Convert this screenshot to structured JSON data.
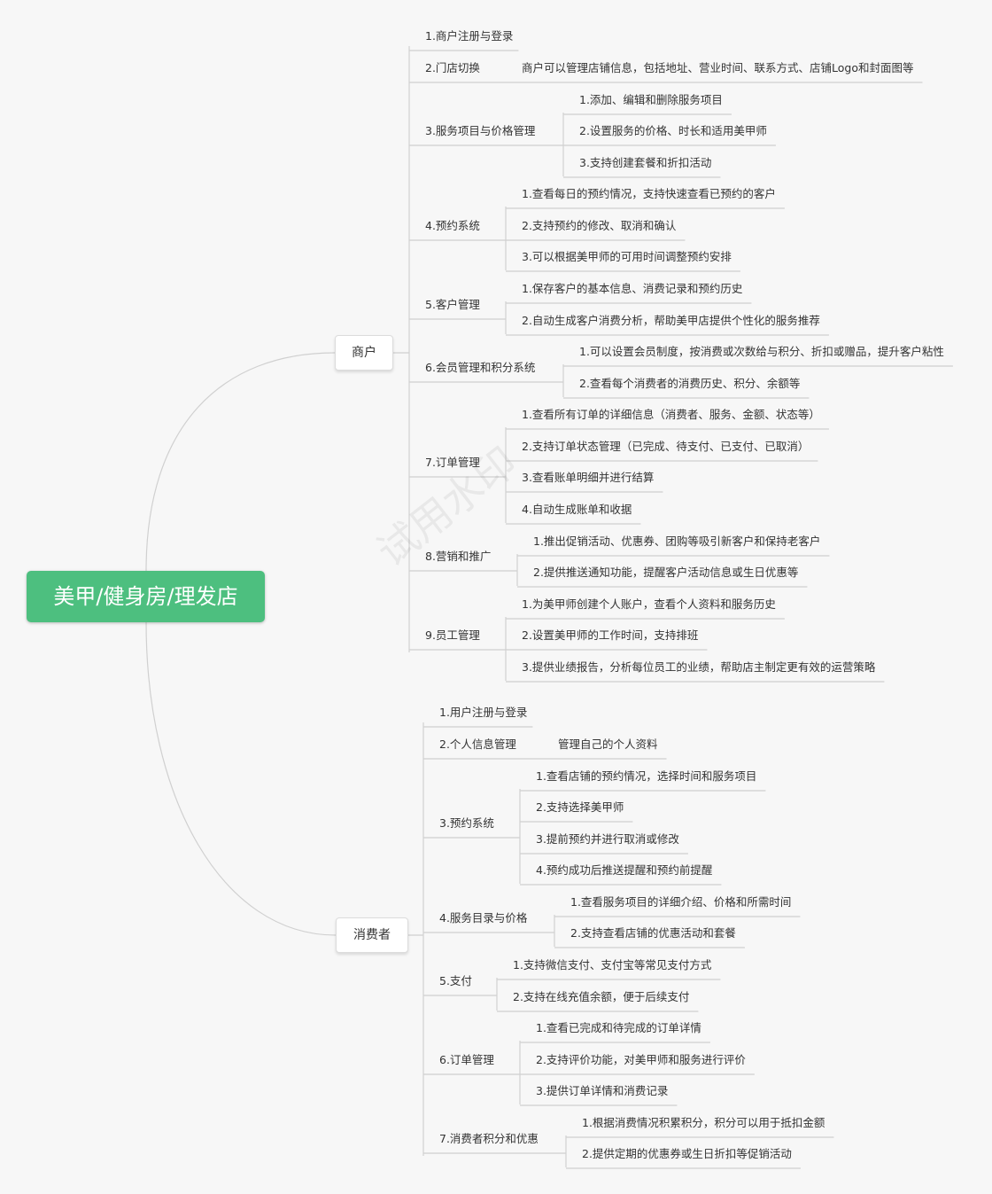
{
  "root": "美甲/健身房/理发店",
  "watermark": "试用水印",
  "merchant": {
    "label": "商户",
    "items": [
      {
        "label": "1.商户注册与登录",
        "children": []
      },
      {
        "label": "2.门店切换",
        "children": [
          "商户可以管理店铺信息，包括地址、营业时间、联系方式、店铺Logo和封面图等"
        ]
      },
      {
        "label": "3.服务项目与价格管理",
        "children": [
          "1.添加、编辑和删除服务项目",
          "2.设置服务的价格、时长和适用美甲师",
          "3.支持创建套餐和折扣活动"
        ]
      },
      {
        "label": "4.预约系统",
        "children": [
          "1.查看每日的预约情况，支持快速查看已预约的客户",
          "2.支持预约的修改、取消和确认",
          "3.可以根据美甲师的可用时间调整预约安排"
        ]
      },
      {
        "label": "5.客户管理",
        "children": [
          "1.保存客户的基本信息、消费记录和预约历史",
          "2.自动生成客户消费分析，帮助美甲店提供个性化的服务推荐"
        ]
      },
      {
        "label": "6.会员管理和积分系统",
        "children": [
          "1.可以设置会员制度，按消费或次数给与积分、折扣或赠品，提升客户粘性",
          "2.查看每个消费者的消费历史、积分、余额等"
        ]
      },
      {
        "label": "7.订单管理",
        "children": [
          "1.查看所有订单的详细信息（消费者、服务、金额、状态等）",
          "2.支持订单状态管理（已完成、待支付、已支付、已取消）",
          "3.查看账单明细并进行结算",
          "4.自动生成账单和收据"
        ]
      },
      {
        "label": "8.营销和推广",
        "children": [
          "1.推出促销活动、优惠券、团购等吸引新客户和保持老客户",
          "2.提供推送通知功能，提醒客户活动信息或生日优惠等"
        ]
      },
      {
        "label": "9.员工管理",
        "children": [
          "1.为美甲师创建个人账户，查看个人资料和服务历史",
          "2.设置美甲师的工作时间，支持排班",
          "3.提供业绩报告，分析每位员工的业绩，帮助店主制定更有效的运营策略"
        ]
      }
    ]
  },
  "consumer": {
    "label": "消费者",
    "items": [
      {
        "label": "1.用户注册与登录",
        "children": []
      },
      {
        "label": "2.个人信息管理",
        "children": [
          "管理自己的个人资料"
        ]
      },
      {
        "label": "3.预约系统",
        "children": [
          "1.查看店铺的预约情况，选择时间和服务项目",
          "2.支持选择美甲师",
          "3.提前预约并进行取消或修改",
          "4.预约成功后推送提醒和预约前提醒"
        ]
      },
      {
        "label": "4.服务目录与价格",
        "children": [
          "1.查看服务项目的详细介绍、价格和所需时间",
          "2.支持查看店铺的优惠活动和套餐"
        ]
      },
      {
        "label": "5.支付",
        "children": [
          "1.支持微信支付、支付宝等常见支付方式",
          "2.支持在线充值余额，便于后续支付"
        ]
      },
      {
        "label": "6.订单管理",
        "children": [
          "1.查看已完成和待完成的订单详情",
          "2.支持评价功能，对美甲师和服务进行评价",
          "3.提供订单详情和消费记录"
        ]
      },
      {
        "label": "7.消费者积分和优惠",
        "children": [
          "1.根据消费情况积累积分，积分可以用于抵扣金额",
          "2.提供定期的优惠券或生日折扣等促销活动"
        ]
      }
    ]
  }
}
